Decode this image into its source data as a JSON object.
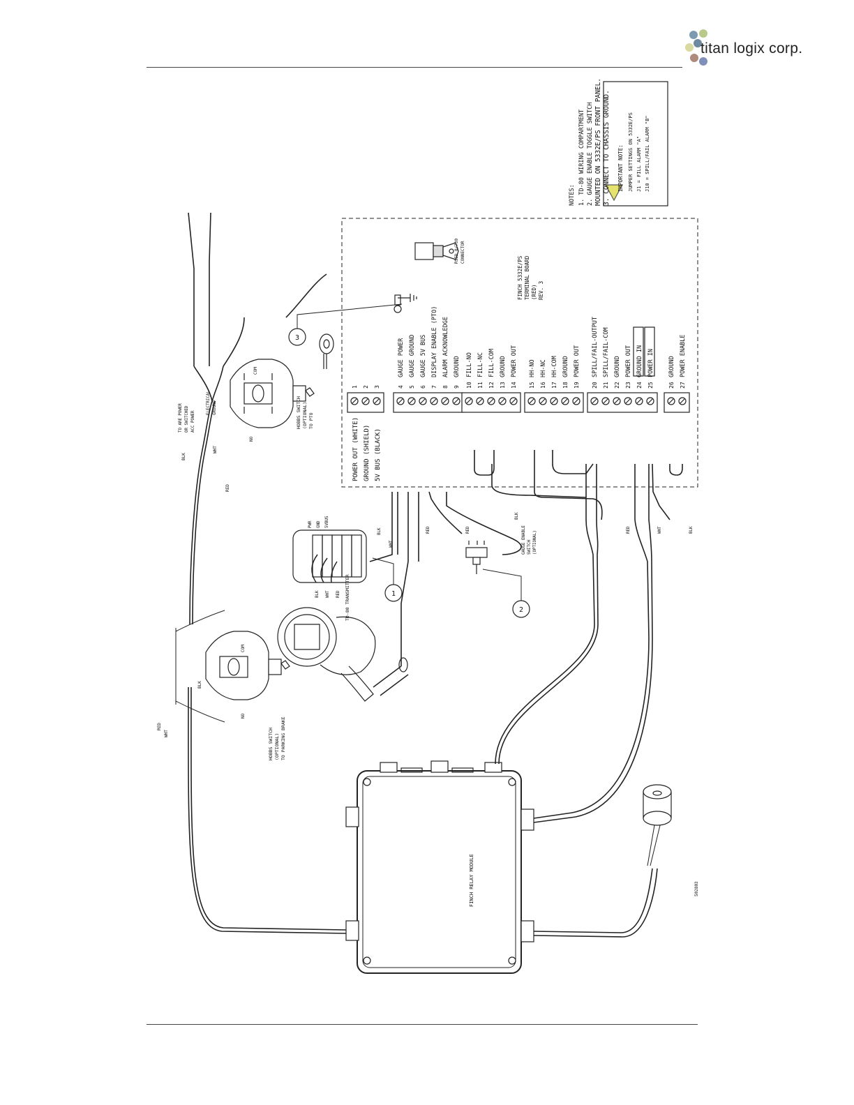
{
  "brand": {
    "name": "titan logix corp.",
    "dot_colors": [
      "#7d9ab0",
      "#b9c98a",
      "#6f8aa0",
      "#d9d9a0",
      "#b08a7d",
      "#8090b8"
    ]
  },
  "diagram": {
    "notes": {
      "heading": "NOTES:",
      "items": [
        "1. TD-80 WIRING COMPARTMENT",
        "2. GAUGE ENABLE TOGGLE SWITCH",
        "MOUNTED ON 5332E/PS FRONT PANEL.",
        "3. CONNECT TO CHASSIS GROUND."
      ]
    },
    "important_note": {
      "title": "IMPORTANT NOTE:",
      "lines": [
        "JUMPER SETTINGS ON 5332E/PS",
        "J1 = FILL ALARM \"A\"",
        "J10 = SPILL/FAIL ALARM \"B\""
      ]
    },
    "terminal_board": {
      "label": [
        "FINCH 5332E/PS",
        "TERMINAL BOARD",
        "(RED)",
        "REV. 3"
      ],
      "connector_label": [
        "RSED 0/730",
        "CONNECTOR"
      ],
      "left_labels": [
        "POWER OUT (WHITE)",
        "GROUND (SHIELD)",
        "5V BUS (BLACK)"
      ],
      "terminals": [
        {
          "num": "1",
          "label": ""
        },
        {
          "num": "2",
          "label": ""
        },
        {
          "num": "3",
          "label": ""
        },
        {
          "num": "4",
          "label": "GAUGE POWER"
        },
        {
          "num": "5",
          "label": "GAUGE GROUND"
        },
        {
          "num": "6",
          "label": "GAUGE 5V BUS"
        },
        {
          "num": "7",
          "label": "DISPLAY ENABLE (PTO)"
        },
        {
          "num": "8",
          "label": "ALARM ACKNOWLEDGE"
        },
        {
          "num": "9",
          "label": "GROUND"
        },
        {
          "num": "10",
          "label": "FILL-NO"
        },
        {
          "num": "11",
          "label": "FILL-NC"
        },
        {
          "num": "12",
          "label": "FILL-COM"
        },
        {
          "num": "13",
          "label": "GROUND"
        },
        {
          "num": "14",
          "label": "POWER OUT"
        },
        {
          "num": "15",
          "label": "HH-NO"
        },
        {
          "num": "16",
          "label": "HH-NC"
        },
        {
          "num": "17",
          "label": "HH-COM"
        },
        {
          "num": "18",
          "label": "GROUND"
        },
        {
          "num": "19",
          "label": "POWER OUT"
        },
        {
          "num": "20",
          "label": "SPILL/FAIL-OUTPUT"
        },
        {
          "num": "21",
          "label": "SPILL/FAIL-COM"
        },
        {
          "num": "22",
          "label": "GROUND"
        },
        {
          "num": "23",
          "label": "POWER OUT"
        },
        {
          "num": "24",
          "label": "GROUND IN"
        },
        {
          "num": "25",
          "label": "POWER IN"
        },
        {
          "num": "26",
          "label": "GROUND"
        },
        {
          "num": "27",
          "label": "POWER ENABLE"
        }
      ]
    },
    "hobbs_top": {
      "label": [
        "HOBBS SWITCH",
        "(OPTIONAL)",
        "TO PTO"
      ],
      "contacts": [
        "NO",
        "COM"
      ],
      "wires": [
        "BLK",
        "WHT",
        "RED"
      ],
      "power_label": [
        "TO ARE POWER",
        "OR SWITCHED",
        "ACC POWER"
      ],
      "ground_label": [
        "ELECTRICAL",
        "GROUND"
      ]
    },
    "hobbs_bottom": {
      "label": [
        "HOBBS SWITCH",
        "(OPTIONAL)",
        "TO PARKING BRAKE"
      ],
      "contacts": [
        "NO",
        "COM"
      ],
      "wires": [
        "RED",
        "WHT",
        "BLK"
      ]
    },
    "td80": {
      "label": "TD-80 TRANSMITTER",
      "terminals": [
        "PWR",
        "GND",
        "5VBUS"
      ],
      "wires": [
        "BLK",
        "WHT",
        "RED"
      ]
    },
    "gauge_switch": {
      "label": [
        "GAUGE ENABLE",
        "SWITCH",
        "(OPTIONAL)"
      ],
      "wires": [
        "RED",
        "BLK"
      ]
    },
    "relay_module": {
      "label": "FINCH RELAY MODULE"
    },
    "harness_wires": [
      "RED",
      "WHT",
      "BLK"
    ],
    "callouts": [
      "1",
      "2",
      "3"
    ],
    "drawing_number": "502803"
  }
}
